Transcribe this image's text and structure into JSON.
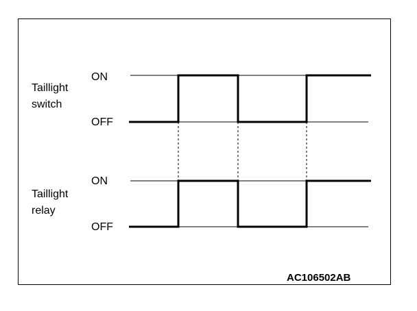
{
  "diagram": {
    "signals": [
      {
        "name_line1": "Taillight",
        "name_line2": "switch",
        "on_label": "ON",
        "off_label": "OFF",
        "states": [
          0,
          1,
          0,
          1
        ]
      },
      {
        "name_line1": "Taillight",
        "name_line2": "relay",
        "on_label": "ON",
        "off_label": "OFF",
        "states": [
          0,
          1,
          0,
          1
        ]
      }
    ],
    "code": "AC106502AB"
  }
}
